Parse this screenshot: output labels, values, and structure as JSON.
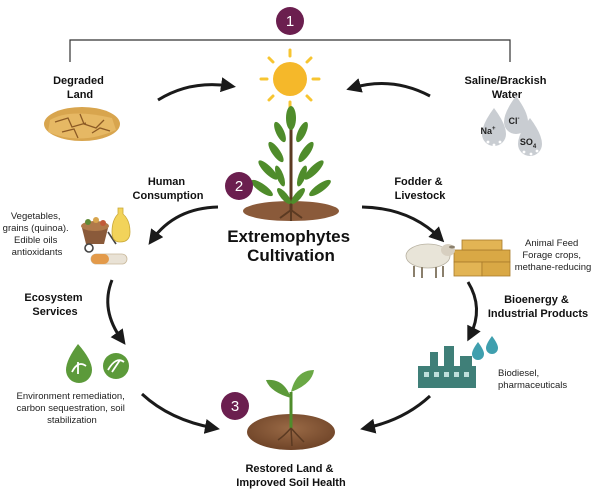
{
  "badges": [
    "1",
    "2",
    "3"
  ],
  "center_title": [
    "Extremophytes",
    "Cultivation"
  ],
  "degraded_land": [
    "Degraded",
    "Land"
  ],
  "saline_water": [
    "Saline/Brackish",
    "Water"
  ],
  "ions": {
    "na": "Na",
    "na_sup": "+",
    "cl": "Cl",
    "cl_sup": "-",
    "so": "SO",
    "so_sub": "4"
  },
  "human_consumption": [
    "Human",
    "Consumption"
  ],
  "food_products": [
    "Vegetables,",
    "grains (quinoa).",
    "Edible oils",
    "antioxidants"
  ],
  "fodder": [
    "Fodder &",
    "Livestock"
  ],
  "animal_feed": [
    "Animal Feed",
    "Forage crops,",
    "methane-reducing"
  ],
  "ecosystem": [
    "Ecosystem",
    "Services"
  ],
  "ecosystem_desc": [
    "Environment remediation,",
    "carbon sequestration, soil",
    "stabilization"
  ],
  "bioenergy": [
    "Bioenergy &",
    "Industrial Products"
  ],
  "bioenergy_desc": [
    "Biodiesel,",
    "pharmaceuticals"
  ],
  "restored": [
    "Restored Land &",
    "Improved Soil Health"
  ],
  "colors": {
    "badge": "#6b1f4f",
    "arrow": "#1a1a1a",
    "sun": "#f7c531",
    "sun_core": "#f5b82a",
    "plant": "#4f8c2b",
    "soil": "#8a5a3a",
    "eco_green": "#5c9a3a",
    "factory_teal": "#3f7f78"
  }
}
